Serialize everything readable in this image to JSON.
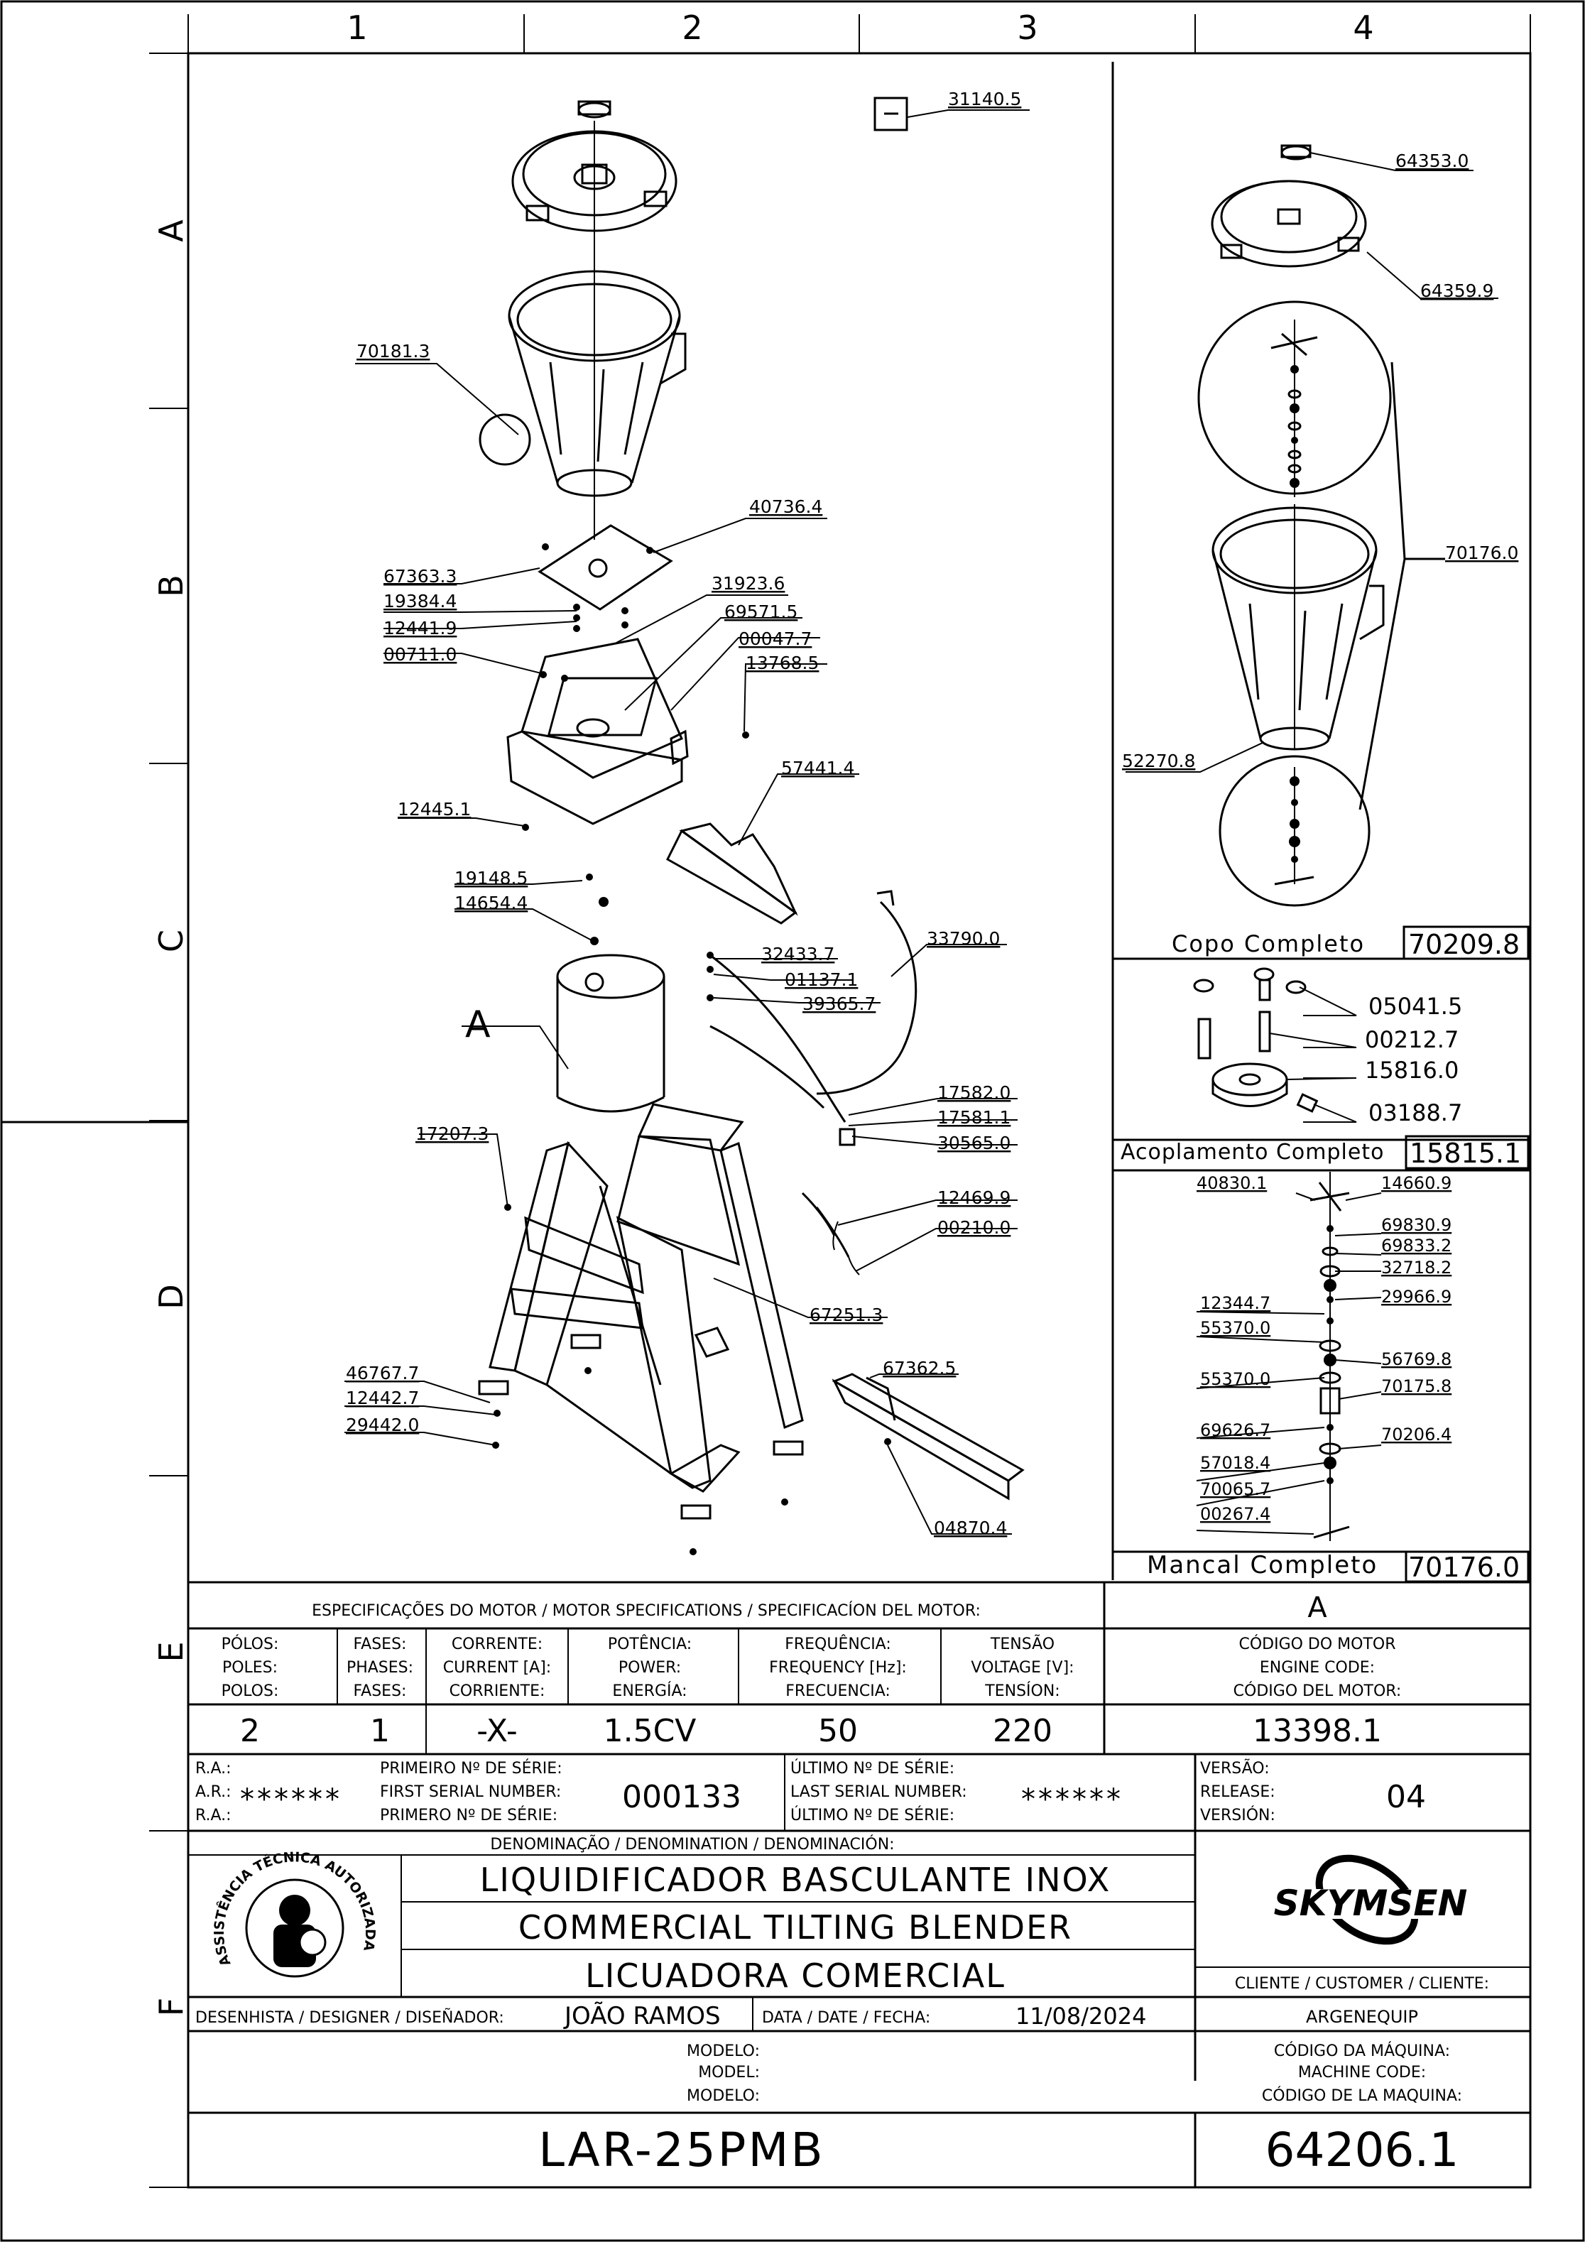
{
  "grid": {
    "columns": [
      "1",
      "2",
      "3",
      "4"
    ],
    "rows": [
      "A",
      "B",
      "C",
      "D",
      "E",
      "F"
    ]
  },
  "parts_main": [
    "31140.5",
    "70181.3",
    "40736.4",
    "67363.3",
    "19384.4",
    "12441.9",
    "00711.0",
    "31923.6",
    "69571.5",
    "00047.7",
    "13768.5",
    "57441.4",
    "12445.1",
    "19148.5",
    "14654.4",
    "33790.0",
    "32433.7",
    "01137.1",
    "39365.7",
    "17582.0",
    "17581.1",
    "30565.0",
    "17207.3",
    "12469.9",
    "00210.0",
    "67251.3",
    "67362.5",
    "46767.7",
    "12442.7",
    "29442.0",
    "04870.4"
  ],
  "motor_label": "A",
  "copo": {
    "parts": [
      "64353.0",
      "64359.9",
      "70176.0",
      "52270.8"
    ],
    "title": "Copo Completo",
    "code": "70209.8"
  },
  "acoplamento": {
    "parts": [
      "05041.5",
      "00212.7",
      "15816.0",
      "03188.7"
    ],
    "title": "Acoplamento Completo",
    "code": "15815.1"
  },
  "mancal": {
    "parts": [
      "40830.1",
      "14660.9",
      "69830.9",
      "69833.2",
      "32718.2",
      "12344.7",
      "29966.9",
      "55370.0",
      "56769.8",
      "55370.0",
      "70175.8",
      "69626.7",
      "70206.4",
      "57018.4",
      "70065.7",
      "00267.4"
    ],
    "title": "Mancal Completo",
    "code": "70176.0"
  },
  "motor_spec": {
    "header": "ESPECIFICAÇÕES DO MOTOR / MOTOR SPECIFICATIONS / SPECIFICACÍON DEL MOTOR:",
    "model_letter": "A",
    "columns": [
      {
        "l1": "PÓLOS:",
        "l2": "POLES:",
        "l3": "POLOS:",
        "value": "2"
      },
      {
        "l1": "FASES:",
        "l2": "PHASES:",
        "l3": "FASES:",
        "value": "1"
      },
      {
        "l1": "CORRENTE:",
        "l2": "CURRENT [A]:",
        "l3": "CORRIENTE:",
        "value": "-X-"
      },
      {
        "l1": "POTÊNCIA:",
        "l2": "POWER:",
        "l3": "ENERGÍA:",
        "value": "1.5CV"
      },
      {
        "l1": "FREQUÊNCIA:",
        "l2": "FREQUENCY [Hz]:",
        "l3": "FRECUENCIA:",
        "value": "50"
      },
      {
        "l1": "TENSÃO",
        "l2": "VOLTAGE [V]:",
        "l3": "TENSÍON:",
        "value": "220"
      },
      {
        "l1": "CÓDIGO DO MOTOR",
        "l2": "ENGINE CODE:",
        "l3": "CÓDIGO DEL MOTOR:",
        "value": "13398.1"
      }
    ]
  },
  "serial": {
    "ra": [
      "R.A.:",
      "A.R.:",
      "R.A.:"
    ],
    "ra_value": "******",
    "first": [
      "PRIMEIRO Nº DE SÉRIE:",
      "FIRST SERIAL NUMBER:",
      "PRIMERO Nº DE SÉRIE:"
    ],
    "first_value": "000133",
    "last": [
      "ÚLTIMO Nº DE SÉRIE:",
      "LAST SERIAL NUMBER:",
      "ÚLTIMO Nº DE SÉRIE:"
    ],
    "last_value": "******",
    "version": [
      "VERSÃO:",
      "RELEASE:",
      "VERSIÓN:"
    ],
    "version_value": "04"
  },
  "title_block": {
    "denomination_label": "DENOMINAÇÃO / DENOMINATION / DENOMINACIÓN:",
    "names": [
      "LIQUIDIFICADOR BASCULANTE INOX",
      "COMMERCIAL TILTING BLENDER",
      "LICUADORA COMERCIAL"
    ],
    "brand": "SKYMSEN",
    "client_label": "CLIENTE / CUSTOMER / CLIENTE:",
    "client": "ARGENEQUIP",
    "designer_label": "DESENHISTA / DESIGNER / DISEÑADOR:",
    "designer": "JOÃO RAMOS",
    "date_label": "DATA / DATE / FECHA:",
    "date": "11/08/2024",
    "model_label": [
      "MODELO:",
      "MODEL:",
      "MODELO:"
    ],
    "model": "LAR-25PMB",
    "machine_code_label": [
      "CÓDIGO DA MÁQUINA:",
      "MACHINE CODE:",
      "CÓDIGO DE LA MAQUINA:"
    ],
    "machine_code": "64206.1"
  },
  "badge_text": "ASSISTÊNCIA TÉCNICA AUTORIZADA"
}
